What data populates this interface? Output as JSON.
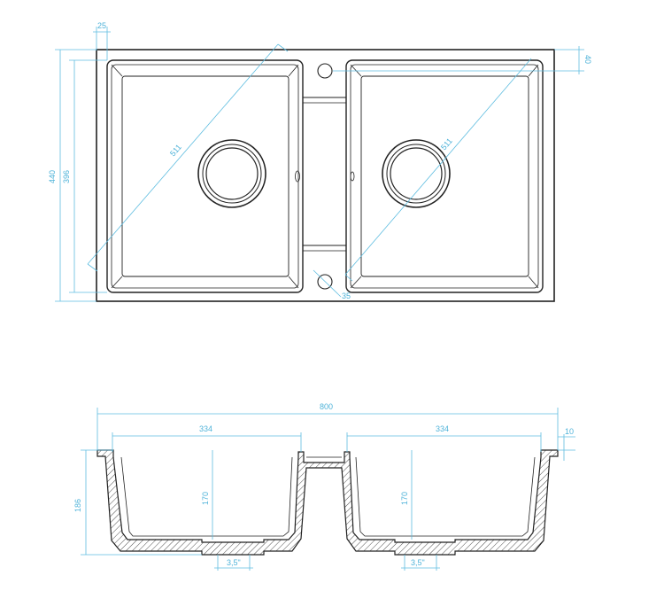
{
  "top_view": {
    "labels": {
      "edge": "25",
      "total_height": "440",
      "inner_height": "396",
      "diag_left": "511",
      "diag_right": "511",
      "tap_offset": "40",
      "tap_dia": "35"
    }
  },
  "section_view": {
    "labels": {
      "total_width": "800",
      "bowl_left": "334",
      "bowl_right": "334",
      "rim": "10",
      "total_depth": "186",
      "depth_left": "170",
      "depth_right": "170",
      "drain_left": "3,5\"",
      "drain_right": "3,5\""
    }
  },
  "colors": {
    "dimension": "#4fb3d9",
    "outline": "#222222",
    "background": "#ffffff"
  }
}
